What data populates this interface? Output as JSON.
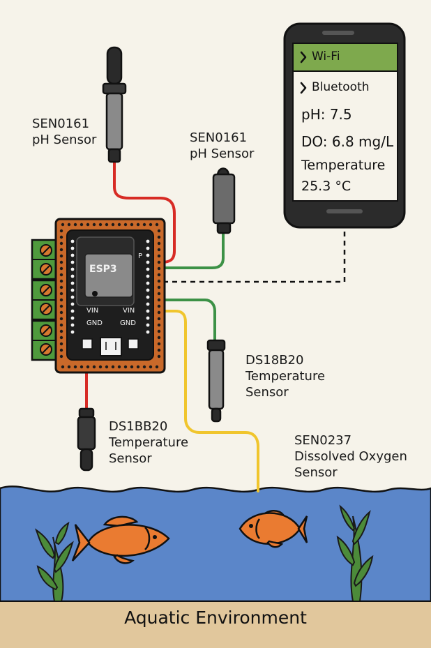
{
  "labels": {
    "ph_sensor_1": {
      "model": "SEN0161",
      "name": "pH Sensor"
    },
    "ph_sensor_2": {
      "model": "SEN0161",
      "name": "pH Sensor"
    },
    "temp_sensor_1": {
      "model": "DS18B20",
      "line1": "Temperature",
      "line2": "Sensor"
    },
    "temp_sensor_2": {
      "model": "DS1BB20",
      "line1": "Temperature",
      "line2": "Sensor"
    },
    "do_sensor": {
      "model": "SEN0237",
      "line1": "Dissolved Oxygen",
      "line2": "Sensor"
    }
  },
  "board": {
    "module_label": "ESP3",
    "pin_label": "P",
    "vin_left": "VIN",
    "vin_right": "VIN",
    "gnd_left": "GND",
    "gnd_right": "GND"
  },
  "phone": {
    "wifi": "Wi-Fi",
    "bluetooth": "Bluetooth",
    "ph_reading": "pH: 7.5",
    "do_reading": "DO: 6.8 mg/L",
    "temp_label": "Temperature",
    "temp_value": "25.3 °C"
  },
  "environment_label": "Aquatic Environment",
  "colors": {
    "background": "#f6f3ea",
    "water": "#5b86c9",
    "sand": "#e1c79c",
    "pcb": "#c9692a",
    "terminal": "#4f9a3d",
    "wifi_bar": "#7ea94d",
    "wire_red": "#d72b25",
    "wire_green": "#3c9146",
    "wire_yellow": "#f0c52d",
    "fish": "#ea7b31",
    "seaweed": "#4c8b3a"
  },
  "icons": [
    "chevron-right-icon",
    "fish-icon",
    "seaweed-icon"
  ]
}
